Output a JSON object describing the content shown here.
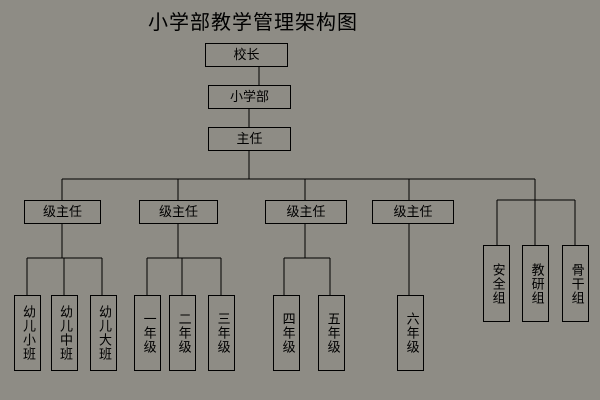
{
  "title": "小学部教学管理架构图",
  "top": {
    "principal": "校长",
    "primary": "小学部",
    "director": "主任"
  },
  "grade_leaders": [
    "级主任",
    "级主任",
    "级主任",
    "级主任"
  ],
  "kindergarten": [
    "幼儿小班",
    "幼儿中班",
    "幼儿大班"
  ],
  "grades": [
    "一年级",
    "二年级",
    "三年级",
    "四年级",
    "五年级",
    "六年级"
  ],
  "groups": [
    "安全组",
    "教研组",
    "骨干组"
  ]
}
